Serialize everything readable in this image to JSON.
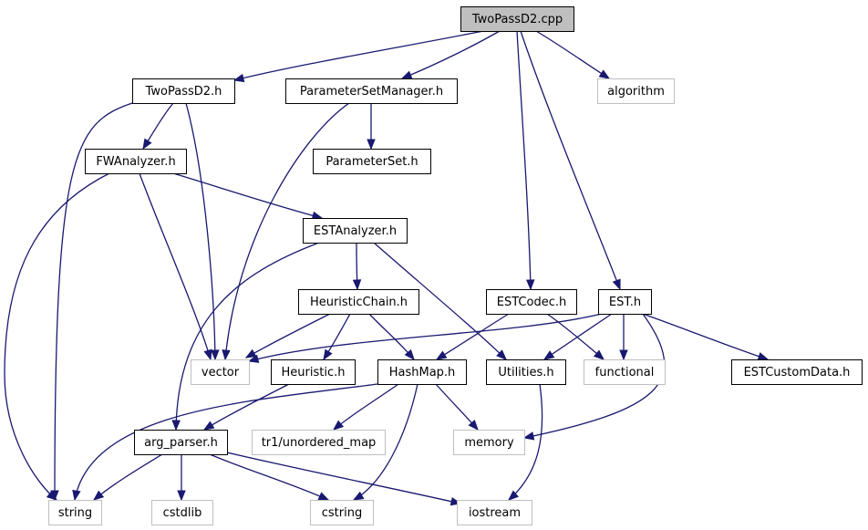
{
  "colors": {
    "edge": "#191970",
    "node_border": "#000000",
    "external_border": "#bfbfbf",
    "root_fill": "#bfbfbf",
    "node_fill": "#ffffff"
  },
  "nodes": [
    {
      "id": "twopassd2_cpp",
      "label": "TwoPassD2.cpp",
      "kind": "root"
    },
    {
      "id": "twopassd2_h",
      "label": "TwoPassD2.h",
      "kind": "file"
    },
    {
      "id": "parametersetmanager_h",
      "label": "ParameterSetManager.h",
      "kind": "file"
    },
    {
      "id": "algorithm",
      "label": "algorithm",
      "kind": "external"
    },
    {
      "id": "fwanalyzer_h",
      "label": "FWAnalyzer.h",
      "kind": "file"
    },
    {
      "id": "parameterset_h",
      "label": "ParameterSet.h",
      "kind": "file"
    },
    {
      "id": "estanalyzer_h",
      "label": "ESTAnalyzer.h",
      "kind": "file"
    },
    {
      "id": "heuristicchain_h",
      "label": "HeuristicChain.h",
      "kind": "file"
    },
    {
      "id": "estcodec_h",
      "label": "ESTCodec.h",
      "kind": "file"
    },
    {
      "id": "est_h",
      "label": "EST.h",
      "kind": "file"
    },
    {
      "id": "vector",
      "label": "vector",
      "kind": "external"
    },
    {
      "id": "heuristic_h",
      "label": "Heuristic.h",
      "kind": "file"
    },
    {
      "id": "hashmap_h",
      "label": "HashMap.h",
      "kind": "file"
    },
    {
      "id": "utilities_h",
      "label": "Utilities.h",
      "kind": "file"
    },
    {
      "id": "functional",
      "label": "functional",
      "kind": "external"
    },
    {
      "id": "estcustomdata_h",
      "label": "ESTCustomData.h",
      "kind": "file"
    },
    {
      "id": "arg_parser_h",
      "label": "arg_parser.h",
      "kind": "file"
    },
    {
      "id": "tr1_unordered_map",
      "label": "tr1/unordered_map",
      "kind": "external"
    },
    {
      "id": "memory",
      "label": "memory",
      "kind": "external"
    },
    {
      "id": "string",
      "label": "string",
      "kind": "external"
    },
    {
      "id": "cstdlib",
      "label": "cstdlib",
      "kind": "external"
    },
    {
      "id": "cstring",
      "label": "cstring",
      "kind": "external"
    },
    {
      "id": "iostream",
      "label": "iostream",
      "kind": "external"
    }
  ],
  "edges": [
    {
      "from": "twopassd2_cpp",
      "to": "twopassd2_h"
    },
    {
      "from": "twopassd2_cpp",
      "to": "parametersetmanager_h"
    },
    {
      "from": "twopassd2_cpp",
      "to": "algorithm"
    },
    {
      "from": "twopassd2_cpp",
      "to": "estcodec_h"
    },
    {
      "from": "twopassd2_cpp",
      "to": "est_h"
    },
    {
      "from": "twopassd2_h",
      "to": "fwanalyzer_h"
    },
    {
      "from": "twopassd2_h",
      "to": "string"
    },
    {
      "from": "twopassd2_h",
      "to": "vector"
    },
    {
      "from": "parametersetmanager_h",
      "to": "parameterset_h"
    },
    {
      "from": "parametersetmanager_h",
      "to": "vector"
    },
    {
      "from": "fwanalyzer_h",
      "to": "estanalyzer_h"
    },
    {
      "from": "fwanalyzer_h",
      "to": "vector"
    },
    {
      "from": "fwanalyzer_h",
      "to": "string"
    },
    {
      "from": "estanalyzer_h",
      "to": "heuristicchain_h"
    },
    {
      "from": "estanalyzer_h",
      "to": "utilities_h"
    },
    {
      "from": "estanalyzer_h",
      "to": "arg_parser_h"
    },
    {
      "from": "heuristicchain_h",
      "to": "vector"
    },
    {
      "from": "heuristicchain_h",
      "to": "heuristic_h"
    },
    {
      "from": "heuristicchain_h",
      "to": "hashmap_h"
    },
    {
      "from": "estcodec_h",
      "to": "hashmap_h"
    },
    {
      "from": "estcodec_h",
      "to": "functional"
    },
    {
      "from": "est_h",
      "to": "vector"
    },
    {
      "from": "est_h",
      "to": "utilities_h"
    },
    {
      "from": "est_h",
      "to": "functional"
    },
    {
      "from": "est_h",
      "to": "estcustomdata_h"
    },
    {
      "from": "est_h",
      "to": "memory"
    },
    {
      "from": "heuristic_h",
      "to": "arg_parser_h"
    },
    {
      "from": "hashmap_h",
      "to": "tr1_unordered_map"
    },
    {
      "from": "hashmap_h",
      "to": "memory"
    },
    {
      "from": "hashmap_h",
      "to": "string"
    },
    {
      "from": "hashmap_h",
      "to": "cstring"
    },
    {
      "from": "utilities_h",
      "to": "iostream"
    },
    {
      "from": "arg_parser_h",
      "to": "string"
    },
    {
      "from": "arg_parser_h",
      "to": "cstdlib"
    },
    {
      "from": "arg_parser_h",
      "to": "cstring"
    },
    {
      "from": "arg_parser_h",
      "to": "iostream"
    }
  ]
}
